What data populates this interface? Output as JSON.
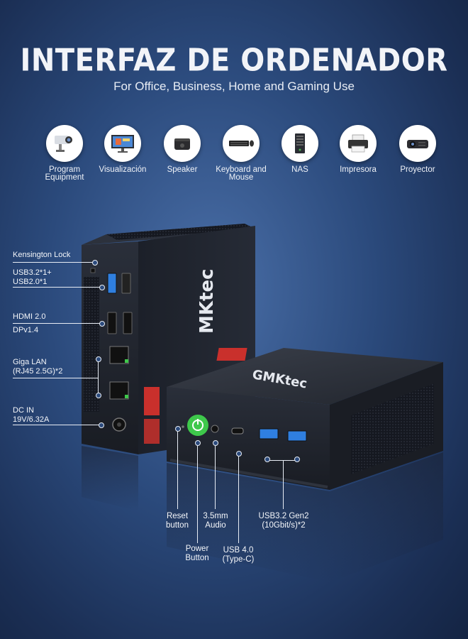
{
  "header": {
    "title": "INTERFAZ DE ORDENADOR",
    "subtitle": "For Office, Business, Home and Gaming Use"
  },
  "devices": [
    {
      "label": "Program Equipment",
      "icon": "camera-icon"
    },
    {
      "label": "Visualización",
      "icon": "monitor-icon"
    },
    {
      "label": "Speaker",
      "icon": "speaker-icon"
    },
    {
      "label": "Keyboard and Mouse",
      "icon": "keyboard-icon"
    },
    {
      "label": "NAS",
      "icon": "nas-icon"
    },
    {
      "label": "Impresora",
      "icon": "printer-icon"
    },
    {
      "label": "Proyector",
      "icon": "projector-icon"
    }
  ],
  "back_ports": {
    "kensington": "Kensington Lock",
    "usb_line1": "USB3.2*1+",
    "usb_line2": "USB2.0*1",
    "hdmi": "HDMI 2.0",
    "dp": "DPv1.4",
    "lan_line1": "Giga LAN",
    "lan_line2": "(RJ45 2.5G)*2",
    "dc_line1": "DC IN",
    "dc_line2": "19V/6.32A"
  },
  "front_ports": {
    "reset_line1": "Reset",
    "reset_line2": "button",
    "power_line1": "Power",
    "power_line2": "Button",
    "audio_line1": "3.5mm",
    "audio_line2": "Audio",
    "usb4_line1": "USB 4.0",
    "usb4_line2": "(Type-C)",
    "usb32_line1": "USB3.2 Gen2",
    "usb32_line2": "(10Gbit/s)*2"
  },
  "brand": {
    "logo": "GMKtec",
    "logo_side": "MKtec"
  },
  "colors": {
    "background": "#2b4a7c",
    "device_body": "#1e222b",
    "power_button": "#3ec84b",
    "usb_blue": "#2f7fe0"
  }
}
